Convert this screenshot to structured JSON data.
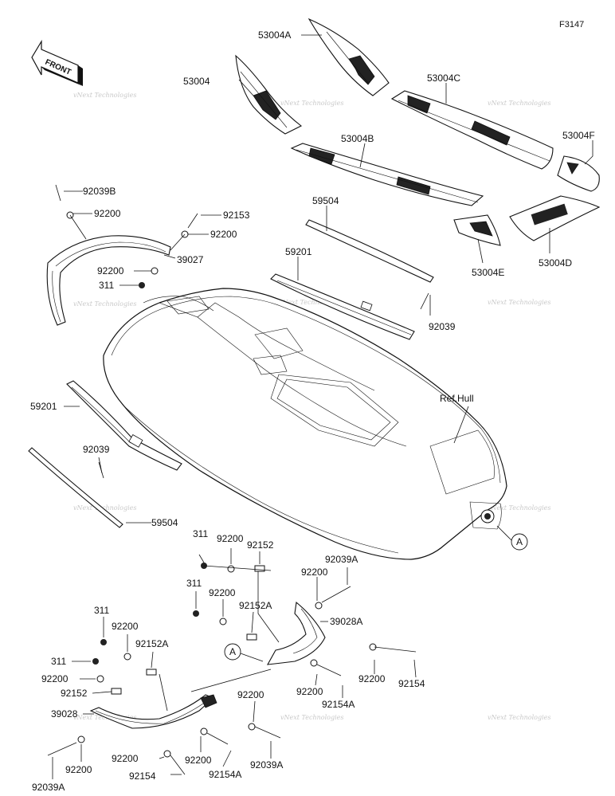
{
  "diagram": {
    "code": "F3147",
    "front_label": "FRONT",
    "ref_label": "Ref.Hull",
    "ref_marker": "A",
    "watermark": "vNext Technologies",
    "callouts": {
      "c53004A": "53004A",
      "c53004": "53004",
      "c53004C": "53004C",
      "c53004B": "53004B",
      "c53004F": "53004F",
      "c53004E": "53004E",
      "c53004D": "53004D",
      "c59504a": "59504",
      "c59201a": "59201",
      "c92039a": "92039",
      "c92039B": "92039B",
      "c92200a": "92200",
      "c92153": "92153",
      "c92200b": "92200",
      "c39027": "39027",
      "c92200c": "92200",
      "c311a": "311",
      "c59201b": "59201",
      "c92039b": "92039",
      "c59504b": "59504",
      "c311b": "311",
      "c92200d": "92200",
      "c92152a": "92152",
      "c92039A1": "92039A",
      "c92200e": "92200",
      "c311c": "311",
      "c92200f": "92200",
      "c92152A1": "92152A",
      "c39028A": "39028A",
      "c311d": "311",
      "c92200g": "92200",
      "c92152A2": "92152A",
      "c311e": "311",
      "c92200h": "92200",
      "c92152b": "92152",
      "c39028": "39028",
      "c92200i": "92200",
      "c92154a": "92154",
      "c92200j": "92200",
      "c92154A1": "92154A",
      "c92200k": "92200",
      "c92039A2": "92039A",
      "c92200l": "92200",
      "c92200m": "92200",
      "c92154b": "92154",
      "c92200n": "92200",
      "c92154A2": "92154A",
      "c92039A3": "92039A"
    }
  }
}
